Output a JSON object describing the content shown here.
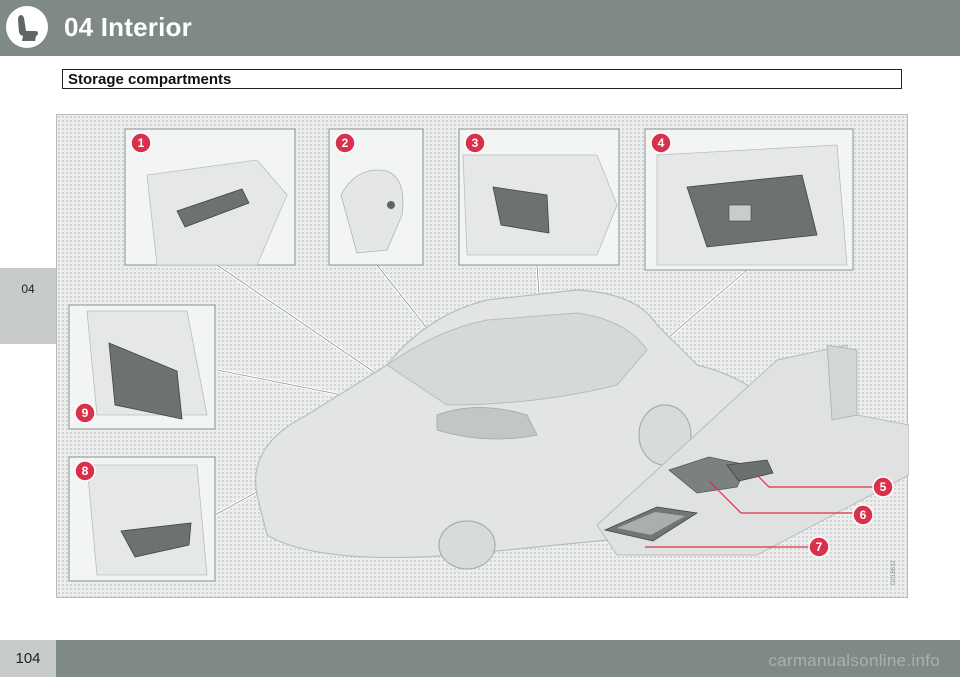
{
  "header": {
    "chapter_title": "04 Interior",
    "icon": "seat-icon"
  },
  "section": {
    "title": "Storage compartments"
  },
  "side_tab": {
    "label": "04"
  },
  "figure": {
    "callouts": [
      "1",
      "2",
      "3",
      "4",
      "5",
      "6",
      "7",
      "8",
      "9"
    ],
    "code": "G018632"
  },
  "footer": {
    "page_number": "104",
    "watermark": "carmanualsonline.info"
  },
  "colors": {
    "header_bg": "#7f8a88",
    "tab_bg": "#c7cbca",
    "callout_red": "#d9314b"
  }
}
